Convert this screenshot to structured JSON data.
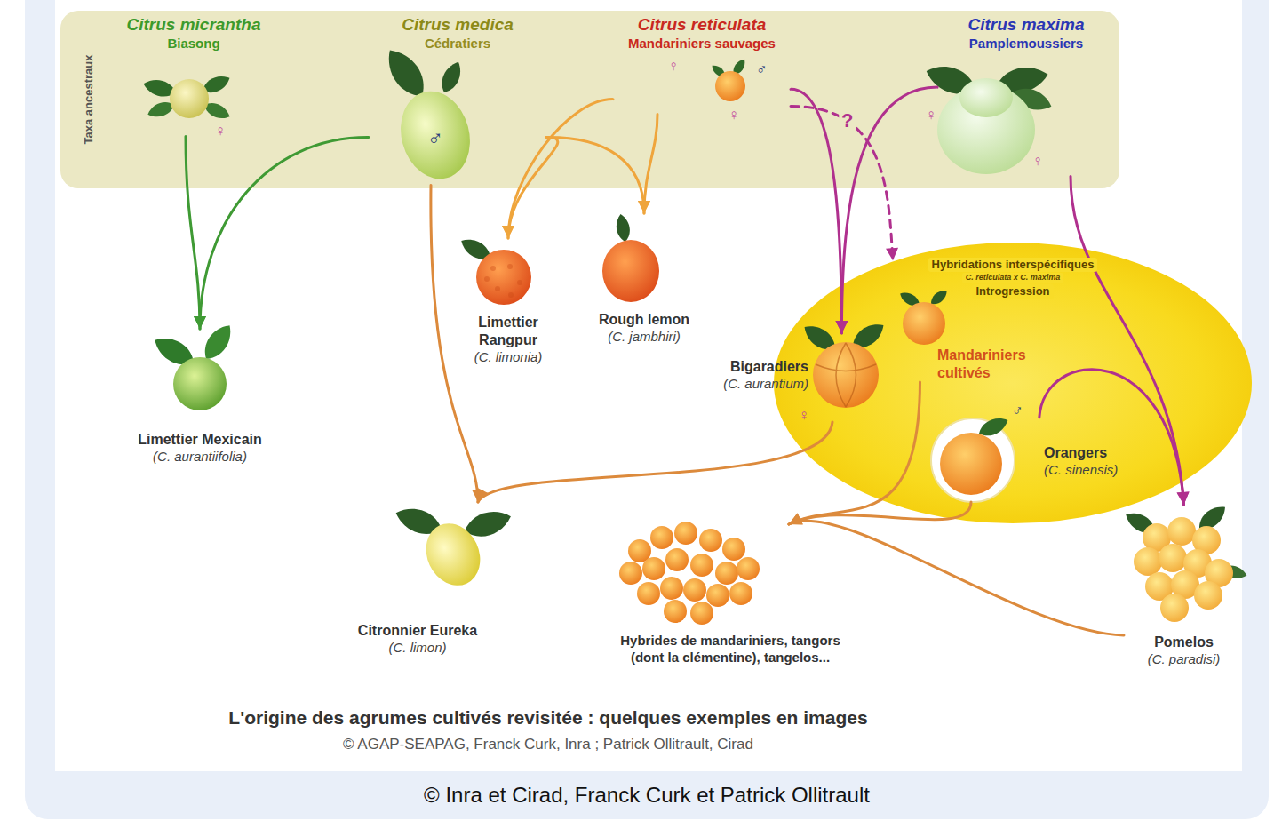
{
  "diagram": {
    "title": "L'origine des agrumes cultivés revisitée : quelques exemples en images",
    "caption": "© Inra et Cirad, Franck Curk et Patrick Ollitrault",
    "nodes": [
      {
        "text": [
          "Taxa ancestraux"
        ]
      },
      {
        "text": [
          "Citrus micrantha",
          "Biasong"
        ],
        "in": 0
      },
      {
        "text": [
          "Citrus medica",
          "Cédratiers"
        ],
        "in": 0
      },
      {
        "text": [
          "Citrus reticulata",
          "Mandariniers sauvages"
        ],
        "in": 0
      },
      {
        "text": [
          "Citrus maxima",
          "Pamplemoussiers"
        ],
        "in": 0
      },
      {
        "text": [
          "Limettier Mexicain",
          "(C. aurantiifolia)"
        ]
      },
      {
        "text": [
          "Limettier Rangpur",
          "(C. limonia)"
        ]
      },
      {
        "text": [
          "Rough lemon",
          "(C. jambhiri)"
        ]
      },
      {
        "text": [
          "Hybridations interspécifiques",
          "C. reticulata x C. maxima",
          "Introgression"
        ]
      },
      {
        "text": [
          "Bigaradiers",
          "(C. aurantium)"
        ],
        "in": 8
      },
      {
        "text": [
          "Mandariniers cultivés"
        ],
        "in": 8
      },
      {
        "text": [
          "Orangers",
          "(C. sinensis)"
        ],
        "in": 8
      },
      {
        "text": [
          "Citronnier Eureka",
          "(C. limon)"
        ]
      },
      {
        "text": [
          "Hybrides de mandariniers, tangors (dont la clémentine), tangelos..."
        ]
      },
      {
        "text": [
          "Pomelos",
          "(C. paradisi)"
        ]
      }
    ],
    "edges": [
      {
        "from": 1,
        "to": 5,
        "arrow": "to"
      },
      {
        "from": 2,
        "to": 5,
        "arrow": "to"
      },
      {
        "from": 2,
        "to": 6,
        "arrow": "to"
      },
      {
        "from": 3,
        "to": 6,
        "arrow": "to"
      },
      {
        "from": 2,
        "to": 7,
        "arrow": "to"
      },
      {
        "from": 3,
        "to": 7,
        "arrow": "to"
      },
      {
        "from": 2,
        "to": 12,
        "arrow": "to"
      },
      {
        "from": 9,
        "to": 12,
        "arrow": "to"
      },
      {
        "from": 3,
        "to": 9,
        "arrow": "to"
      },
      {
        "from": 4,
        "to": 9,
        "arrow": "to"
      },
      {
        "from": 3,
        "to": 8,
        "label": "?",
        "arrow": "to"
      },
      {
        "from": 4,
        "to": 14,
        "arrow": "to"
      },
      {
        "from": 11,
        "to": 14,
        "arrow": "to"
      },
      {
        "from": 10,
        "to": 13,
        "arrow": "to"
      },
      {
        "from": 11,
        "to": 13,
        "arrow": "to"
      },
      {
        "from": 14,
        "to": 13,
        "arrow": "to"
      }
    ],
    "labels": [
      "♀",
      "♂",
      "♀",
      "♂",
      "♀",
      "♀",
      "♀",
      "♀",
      "♂",
      "© AGAP-SEAPAG, Franck Curk, Inra ; Patrick Ollitrault, Cirad"
    ]
  }
}
